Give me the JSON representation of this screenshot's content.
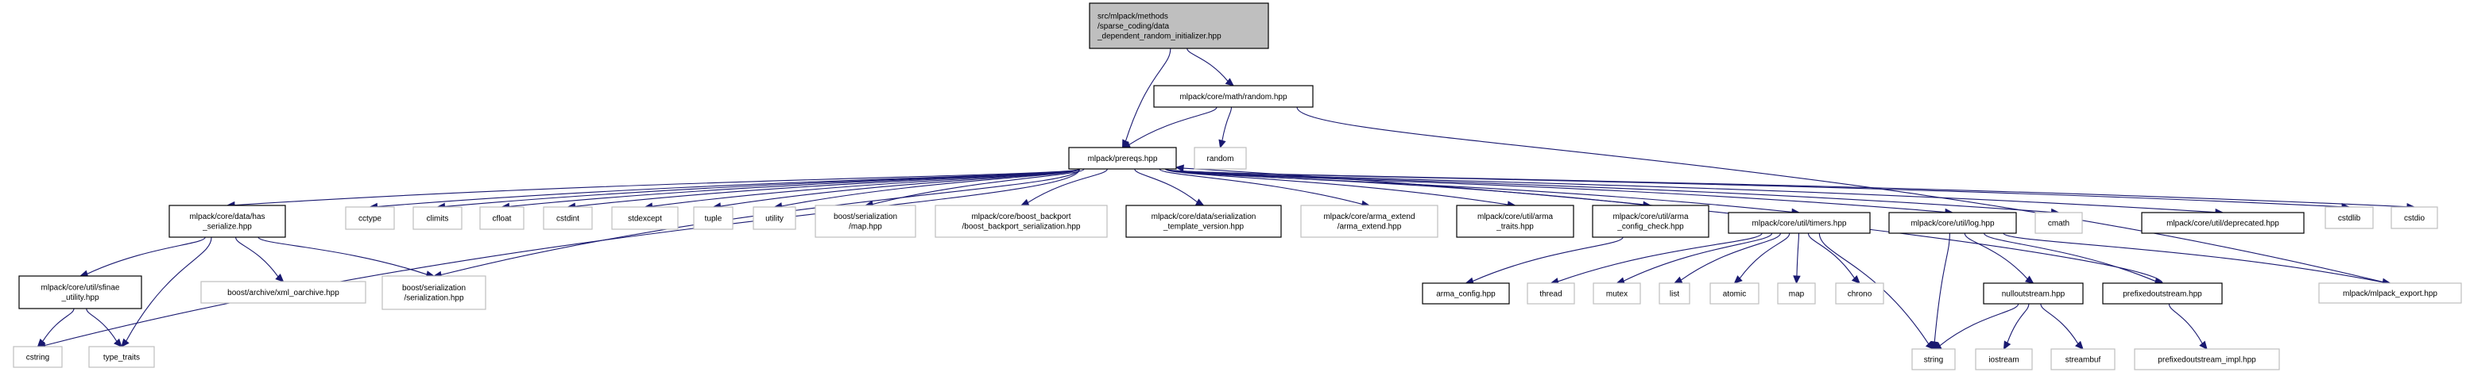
{
  "diagram": {
    "type": "include-dependency-graph",
    "colors": {
      "edge": "#191970",
      "root_fill": "#bfbfbf",
      "local_border": "#000000",
      "system_border": "#bfbfbf"
    },
    "nodes": [
      {
        "id": "root",
        "kind": "root",
        "lines": [
          "src/mlpack/methods",
          "/sparse_coding/data",
          "_dependent_random_initializer.hpp"
        ]
      },
      {
        "id": "random_hpp",
        "kind": "local",
        "lines": [
          "mlpack/core/math/random.hpp"
        ]
      },
      {
        "id": "prereqs",
        "kind": "local",
        "lines": [
          "mlpack/prereqs.hpp"
        ]
      },
      {
        "id": "random",
        "kind": "sys",
        "lines": [
          "random"
        ]
      },
      {
        "id": "has_serialize",
        "kind": "local",
        "lines": [
          "mlpack/core/data/has",
          "_serialize.hpp"
        ]
      },
      {
        "id": "cctype",
        "kind": "sys",
        "lines": [
          "cctype"
        ]
      },
      {
        "id": "climits",
        "kind": "sys",
        "lines": [
          "climits"
        ]
      },
      {
        "id": "cfloat",
        "kind": "sys",
        "lines": [
          "cfloat"
        ]
      },
      {
        "id": "cstdint",
        "kind": "sys",
        "lines": [
          "cstdint"
        ]
      },
      {
        "id": "stdexcept",
        "kind": "sys",
        "lines": [
          "stdexcept"
        ]
      },
      {
        "id": "tuple",
        "kind": "sys",
        "lines": [
          "tuple"
        ]
      },
      {
        "id": "utility",
        "kind": "sys",
        "lines": [
          "utility"
        ]
      },
      {
        "id": "boost_map",
        "kind": "sys",
        "lines": [
          "boost/serialization",
          "/map.hpp"
        ]
      },
      {
        "id": "boost_backport",
        "kind": "sys",
        "lines": [
          "mlpack/core/boost_backport",
          "/boost_backport_serialization.hpp"
        ]
      },
      {
        "id": "ser_template",
        "kind": "local",
        "lines": [
          "mlpack/core/data/serialization",
          "_template_version.hpp"
        ]
      },
      {
        "id": "arma_extend",
        "kind": "sys",
        "lines": [
          "mlpack/core/arma_extend",
          "/arma_extend.hpp"
        ]
      },
      {
        "id": "arma_traits",
        "kind": "local",
        "lines": [
          "mlpack/core/util/arma",
          "_traits.hpp"
        ]
      },
      {
        "id": "arma_config_check",
        "kind": "local",
        "lines": [
          "mlpack/core/util/arma",
          "_config_check.hpp"
        ]
      },
      {
        "id": "timers",
        "kind": "local",
        "lines": [
          "mlpack/core/util/timers.hpp"
        ]
      },
      {
        "id": "log",
        "kind": "local",
        "lines": [
          "mlpack/core/util/log.hpp"
        ]
      },
      {
        "id": "cmath",
        "kind": "sys",
        "lines": [
          "cmath"
        ]
      },
      {
        "id": "deprecated",
        "kind": "local",
        "lines": [
          "mlpack/core/util/deprecated.hpp"
        ]
      },
      {
        "id": "cstdlib",
        "kind": "sys",
        "lines": [
          "cstdlib"
        ]
      },
      {
        "id": "cstdio",
        "kind": "sys",
        "lines": [
          "cstdio"
        ]
      },
      {
        "id": "sfinae",
        "kind": "local",
        "lines": [
          "mlpack/core/util/sfinae",
          "_utility.hpp"
        ]
      },
      {
        "id": "xml_oarchive",
        "kind": "sys",
        "lines": [
          "boost/archive/xml_oarchive.hpp"
        ]
      },
      {
        "id": "boost_ser",
        "kind": "sys",
        "lines": [
          "boost/serialization",
          "/serialization.hpp"
        ]
      },
      {
        "id": "arma_config",
        "kind": "local",
        "lines": [
          "arma_config.hpp"
        ]
      },
      {
        "id": "thread",
        "kind": "sys",
        "lines": [
          "thread"
        ]
      },
      {
        "id": "mutex",
        "kind": "sys",
        "lines": [
          "mutex"
        ]
      },
      {
        "id": "list",
        "kind": "sys",
        "lines": [
          "list"
        ]
      },
      {
        "id": "atomic",
        "kind": "sys",
        "lines": [
          "atomic"
        ]
      },
      {
        "id": "map",
        "kind": "sys",
        "lines": [
          "map"
        ]
      },
      {
        "id": "chrono",
        "kind": "sys",
        "lines": [
          "chrono"
        ]
      },
      {
        "id": "nulloutstream",
        "kind": "local",
        "lines": [
          "nulloutstream.hpp"
        ]
      },
      {
        "id": "prefixedoutstream",
        "kind": "local",
        "lines": [
          "prefixedoutstream.hpp"
        ]
      },
      {
        "id": "mlpack_export",
        "kind": "sys",
        "lines": [
          "mlpack/mlpack_export.hpp"
        ]
      },
      {
        "id": "cstring",
        "kind": "sys",
        "lines": [
          "cstring"
        ]
      },
      {
        "id": "type_traits",
        "kind": "sys",
        "lines": [
          "type_traits"
        ]
      },
      {
        "id": "string",
        "kind": "sys",
        "lines": [
          "string"
        ]
      },
      {
        "id": "iostream",
        "kind": "sys",
        "lines": [
          "iostream"
        ]
      },
      {
        "id": "streambuf",
        "kind": "sys",
        "lines": [
          "streambuf"
        ]
      },
      {
        "id": "prefixed_impl",
        "kind": "sys",
        "lines": [
          "prefixedoutstream_impl.hpp"
        ]
      }
    ],
    "edges": [
      [
        "root",
        "random_hpp"
      ],
      [
        "root",
        "prereqs"
      ],
      [
        "random_hpp",
        "prereqs"
      ],
      [
        "random_hpp",
        "random"
      ],
      [
        "random_hpp",
        "mlpack_export"
      ],
      [
        "prereqs",
        "has_serialize"
      ],
      [
        "prereqs",
        "cctype"
      ],
      [
        "prereqs",
        "climits"
      ],
      [
        "prereqs",
        "cfloat"
      ],
      [
        "prereqs",
        "cstdint"
      ],
      [
        "prereqs",
        "stdexcept"
      ],
      [
        "prereqs",
        "tuple"
      ],
      [
        "prereqs",
        "utility"
      ],
      [
        "prereqs",
        "boost_map"
      ],
      [
        "prereqs",
        "boost_backport"
      ],
      [
        "prereqs",
        "ser_template"
      ],
      [
        "prereqs",
        "arma_extend"
      ],
      [
        "prereqs",
        "arma_traits"
      ],
      [
        "prereqs",
        "arma_config_check"
      ],
      [
        "prereqs",
        "timers"
      ],
      [
        "prereqs",
        "log"
      ],
      [
        "prereqs",
        "cmath"
      ],
      [
        "prereqs",
        "deprecated"
      ],
      [
        "prereqs",
        "cstdlib"
      ],
      [
        "prereqs",
        "cstdio"
      ],
      [
        "prereqs",
        "cstring"
      ],
      [
        "prereqs",
        "boost_ser"
      ],
      [
        "has_serialize",
        "sfinae"
      ],
      [
        "has_serialize",
        "type_traits"
      ],
      [
        "has_serialize",
        "xml_oarchive"
      ],
      [
        "has_serialize",
        "boost_ser"
      ],
      [
        "sfinae",
        "cstring"
      ],
      [
        "sfinae",
        "type_traits"
      ],
      [
        "arma_config_check",
        "arma_config"
      ],
      [
        "timers",
        "thread"
      ],
      [
        "timers",
        "mutex"
      ],
      [
        "timers",
        "list"
      ],
      [
        "timers",
        "atomic"
      ],
      [
        "timers",
        "map"
      ],
      [
        "timers",
        "chrono"
      ],
      [
        "timers",
        "string"
      ],
      [
        "log",
        "string"
      ],
      [
        "log",
        "nulloutstream"
      ],
      [
        "log",
        "prefixedoutstream"
      ],
      [
        "log",
        "mlpack_export"
      ],
      [
        "nulloutstream",
        "string"
      ],
      [
        "nulloutstream",
        "iostream"
      ],
      [
        "nulloutstream",
        "streambuf"
      ],
      [
        "prefixedoutstream",
        "prefixed_impl"
      ],
      [
        "prefixedoutstream",
        "prereqs"
      ]
    ]
  }
}
